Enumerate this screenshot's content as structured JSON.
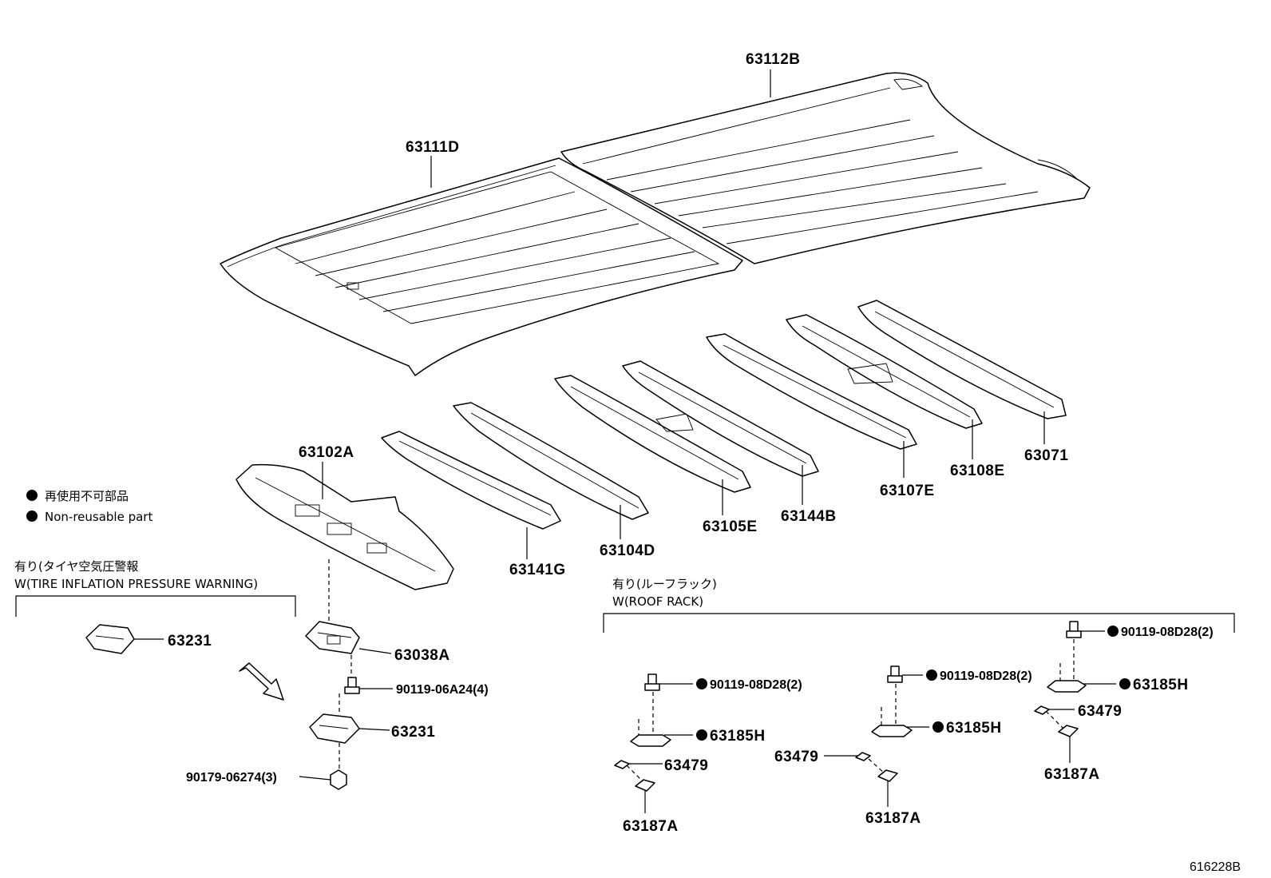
{
  "legend": {
    "line_jp": "再使用不可部品",
    "line_en": "Non-reusable part"
  },
  "sections": {
    "tire_pressure": {
      "label_jp": "有り(タイヤ空気圧警報",
      "label_en": "W(TIRE INFLATION PRESSURE WARNING)"
    },
    "roof_rack": {
      "label_jp": "有り(ルーフラック)",
      "label_en": "W(ROOF RACK)"
    }
  },
  "parts": {
    "p63112B": "63112B",
    "p63111D": "63111D",
    "p63102A": "63102A",
    "p63141G": "63141G",
    "p63104D": "63104D",
    "p63105E": "63105E",
    "p63144B": "63144B",
    "p63107E": "63107E",
    "p63108E": "63108E",
    "p63071": "63071",
    "p63231_a": "63231",
    "p63038A": "63038A",
    "p90119_06A24": "90119-06A24(4)",
    "p63231_b": "63231",
    "p90179_06274": "90179-06274(3)",
    "rr1_bolt": "90119-08D28(2)",
    "rr1_bracket": "63185H",
    "rr1_pad": "63479",
    "rr1_clip": "63187A",
    "rr2_bolt": "90119-08D28(2)",
    "rr2_bracket": "63185H",
    "rr2_pad": "63479",
    "rr2_clip": "63187A",
    "rr3_bolt": "90119-08D28(2)",
    "rr3_bracket": "63185H",
    "rr3_pad": "63479",
    "rr3_clip": "63187A"
  },
  "diagram_code": "616228B"
}
